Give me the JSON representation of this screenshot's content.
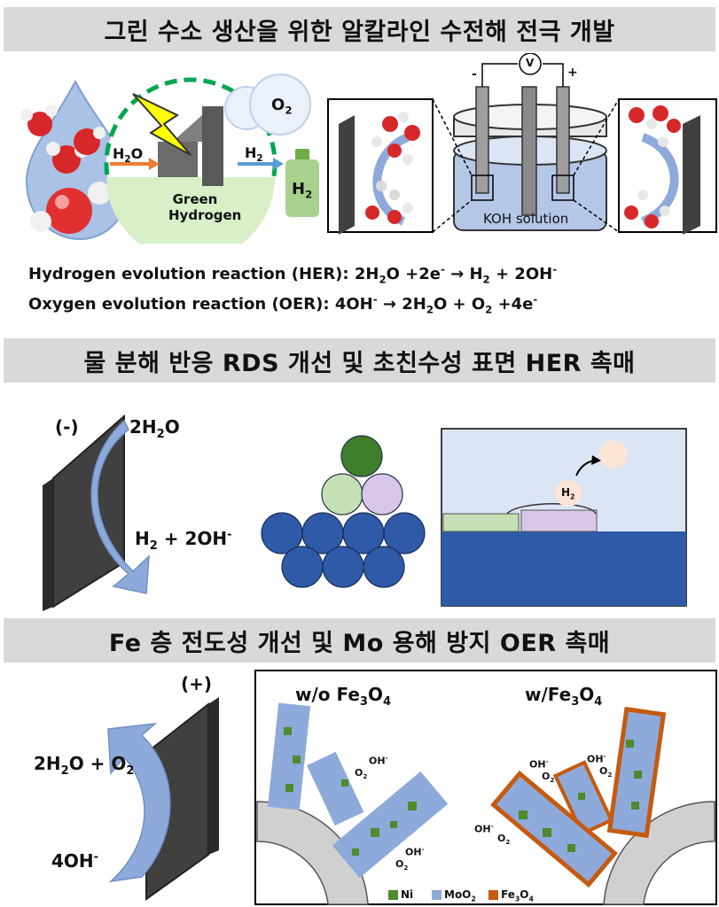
{
  "section1": {
    "title": "그린 수소 생산을 위한 알칼라인 수전해 전극 개발",
    "o2_label": "O",
    "o2_sub": "2",
    "h2o_label": "H",
    "h2o_sub": "2",
    "h2o_tail": "O",
    "h2_arrow_label": "H",
    "h2_arrow_sub": "2",
    "green_line1": "Green",
    "green_line2": "Hydrogen",
    "bottle_label": "H",
    "bottle_sub": "2",
    "voltmeter": "V",
    "minus_sign": "-",
    "plus_sign": "+",
    "electrolyte": "KOH solution"
  },
  "equations": {
    "her_prefix": "Hydrogen evolution reaction (HER): 2H",
    "her_sub1": "2",
    "her_mid1": "O +2e",
    "her_sup1": "-",
    "her_mid2": "  → H",
    "her_sub2": "2",
    "her_tail": " + 2OH",
    "her_sup2": "-",
    "oer_prefix": "Oxygen evolution reaction (OER): 4OH",
    "oer_sup1": "-",
    "oer_mid1": " → 2H",
    "oer_sub1": "2",
    "oer_mid2": "O + O",
    "oer_sub2": "2",
    "oer_tail": " +4e",
    "oer_sup2": "-"
  },
  "section2": {
    "title": "물 분해 반응 RDS 개선 및 초친수성 표면 HER 촉매",
    "electrode_sign": "(-)",
    "reactant_a": "2H",
    "reactant_sub": "2",
    "reactant_b": "O",
    "product_a": "H",
    "product_sub": "2",
    "product_b": " + 2OH",
    "product_sup": "-",
    "bubble_label": "H",
    "bubble_sub": "2"
  },
  "section3": {
    "title": "Fe 층 전도성 개선 및 Mo 용해 방지 OER 촉매",
    "electrode_sign": "(+)",
    "product_a": "2H",
    "product_sub1": "2",
    "product_b": "O + O",
    "product_sub2": "2",
    "reactant_a": "4OH",
    "reactant_sup": "-",
    "left_panel_a": "w/o Fe",
    "left_panel_sub1": "3",
    "left_panel_b": "O",
    "left_panel_sub2": "4",
    "right_panel_a": "w/Fe",
    "right_panel_sub1": "3",
    "right_panel_b": "O",
    "right_panel_sub2": "4",
    "oh_label": "OH",
    "oh_sup": "-",
    "o2_label": "O",
    "o2_sub": "2",
    "legend": [
      {
        "label": "Ni",
        "color": "#4e8a2e"
      },
      {
        "label": "MoO",
        "sub": "2",
        "color": "#8eaadb"
      },
      {
        "label": "Fe",
        "sub": "3",
        "tail": "O",
        "sub2": "4",
        "color": "#c55a11"
      }
    ]
  },
  "colors": {
    "band": "#d9d9d9",
    "electrode": "#404040",
    "arrow": "#8eaadb",
    "green": "#00a650",
    "ni": "#4e8a2e",
    "moo2": "#8eaadb",
    "fe3o4": "#c55a11"
  }
}
